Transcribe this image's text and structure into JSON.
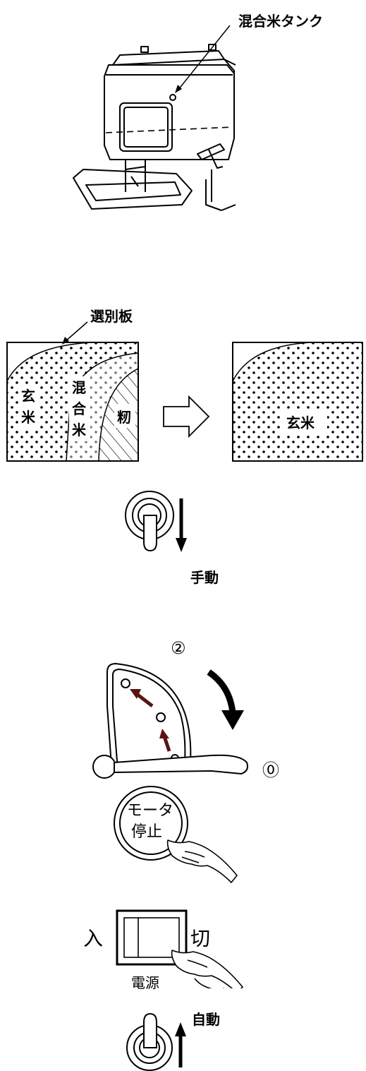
{
  "labels": {
    "mixed_rice_tank": "混合米タンク",
    "sorting_plate": "選別板",
    "brown_rice": "玄米",
    "mixed_rice": "混合米",
    "paddy": "籾",
    "brown_rice_after": "玄米",
    "manual": "手動",
    "circled_two": "②",
    "circled_zero": "⓪",
    "motor_stop_line1": "モータ",
    "motor_stop_line2": "停止",
    "switch_on": "入",
    "switch_off": "切",
    "power": "電源",
    "auto": "自動"
  },
  "colors": {
    "line": "#000000",
    "arrow_accent": "#5a1414"
  },
  "icons": {
    "toggle_manual": "toggle-switch-down-icon",
    "toggle_auto": "toggle-switch-up-icon",
    "hand": "pointing-hand-icon",
    "transition_arrow": "hollow-right-arrow-icon"
  }
}
